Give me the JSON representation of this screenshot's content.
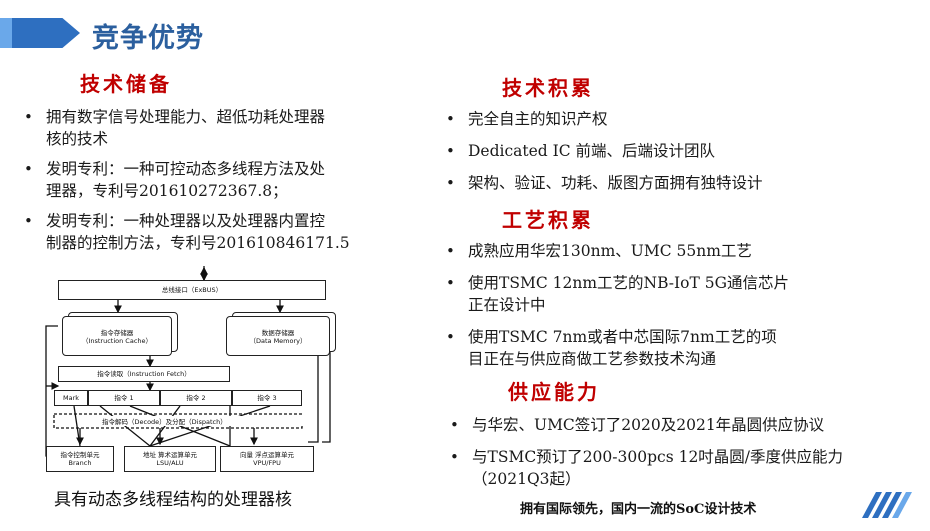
{
  "header": {
    "title": "竞争优势"
  },
  "left": {
    "section_title": "技术储备",
    "bullets": [
      {
        "line1": "拥有数字信号处理能力、超低功耗处理器",
        "line2": "核的技术"
      },
      {
        "line1": "发明专利：一种可控动态多线程方法及处",
        "line2": "理器，专利号201610272367.8；"
      },
      {
        "line1": "发明专利：一种处理器以及处理器内置控",
        "line2": "制器的控制方法，专利号201610846171.5"
      }
    ],
    "diagram": {
      "bus": "总线接口（ExBUS）",
      "icache": "指令存储器",
      "icache_en": "（Instruction Cache）",
      "dmem": "数据存储器",
      "dmem_en": "（Data Memory）",
      "fetch": "指令读取（Instruction Fetch）",
      "mark": "Mark",
      "instr1": "指令 1",
      "instr2": "指令 2",
      "instr3": "指令 3",
      "decode": "指令解码（Decode）及分配（Dispatch）",
      "branch": "指令控制单元",
      "branch_en": "Branch",
      "alu": "地址 算术运算单元",
      "alu_en": "LSU/ALU",
      "fpu": "向量 浮点运算单元",
      "fpu_en": "VPU/FPU"
    },
    "caption": "具有动态多线程结构的处理器核"
  },
  "right": {
    "sections": [
      {
        "title": "技术积累",
        "bullets": [
          {
            "line1": "完全自主的知识产权"
          },
          {
            "line1": "Dedicated IC 前端、后端设计团队"
          },
          {
            "line1": "架构、验证、功耗、版图方面拥有独特设计"
          }
        ]
      },
      {
        "title": "工艺积累",
        "bullets": [
          {
            "line1": "成熟应用华宏130nm、UMC 55nm工艺"
          },
          {
            "line1": "使用TSMC 12nm工艺的NB-IoT  5G通信芯片",
            "line2": "正在设计中"
          },
          {
            "line1": "使用TSMC 7nm或者中芯国际7nm工艺的项",
            "line2": "目正在与供应商做工艺参数技术沟通"
          }
        ]
      },
      {
        "title": "供应能力",
        "bullets": [
          {
            "line1": "与华宏、UMC签订了2020及2021年晶圆供应协议"
          },
          {
            "line1": "与TSMC预订了200-300pcs 12吋晶圆/季度供应能力",
            "line2": "（2021Q3起）"
          }
        ]
      }
    ]
  },
  "footer": {
    "text": "拥有国际领先，国内一流的SoC设计技术"
  },
  "colors": {
    "title": "#2b5f9e",
    "section": "#c00000",
    "accent_bar": "#2e6fc0",
    "logo": "#2e6fc0"
  }
}
